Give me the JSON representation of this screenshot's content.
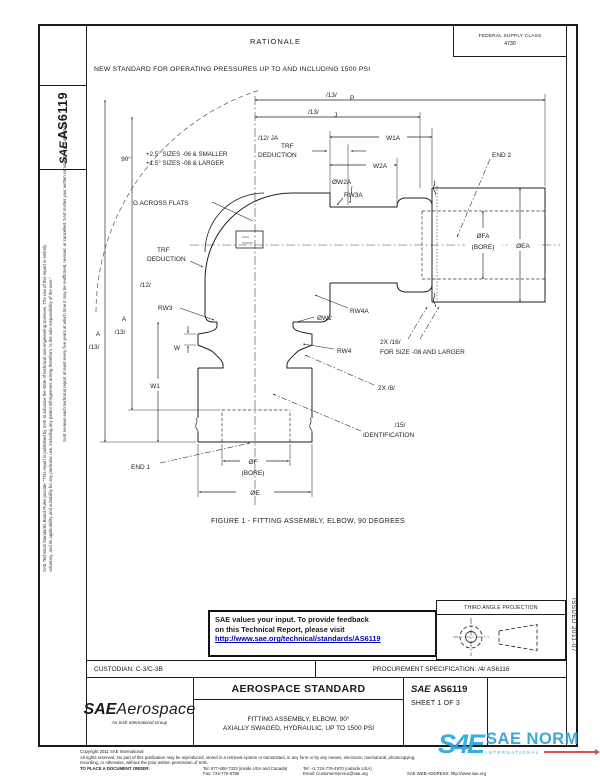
{
  "page": {
    "rationale_title": "RATIONALE",
    "rationale_text": "NEW STANDARD FOR OPERATING PRESSURES UP TO AND INCLUDING 1500 PSI"
  },
  "header": {
    "fsc_line1": "FEDERAL SUPPLY CLASS",
    "fsc_line2": "4730",
    "doc_logo": "SAE",
    "doc_number_vertical": "AS6119",
    "issued_vertical": "ISSUED 2011-07"
  },
  "drawing": {
    "labels": {
      "p_flag": "/13/",
      "p_letter": "P",
      "j_flag": "/13/",
      "j_letter": "J",
      "ja_label": "/12/ JA",
      "ja_line2": "TRF",
      "ja_line3": "DEDUCTION",
      "w1a": "W1A",
      "w2a": "W2A",
      "dia_w2a": "ØW2A",
      "rw3a": "RW3A",
      "end2": "END 2",
      "dia_fa": "ØFA",
      "fa_bore": "(BORE)",
      "dia_ea": "ØEA",
      "angle": "90°",
      "angle_note1": "+2.5° SIZES -06 & SMALLER",
      "angle_note2": "+1.5° SIZES -08 & LARGER",
      "g_flats": "G ACROSS FLATS",
      "trf_line1": "TRF",
      "trf_line2": "DEDUCTION",
      "flag_12": "/12/",
      "rw3": "RW3",
      "dim_a_outer": "A",
      "flag_13_outer": "/13/",
      "dim_a_inner": "A",
      "flag_13_inner": "/13/",
      "w": "W",
      "w1": "W1",
      "dia_w2": "ØW2",
      "rw4": "RW4",
      "rw4a": "RW4A",
      "note_2x16": "2X /16/",
      "note_2x16_text": "FOR SIZE -08 AND LARGER",
      "note_2x8": "2X /8/",
      "ident_flag": "/15/",
      "ident": "IDENTIFICATION",
      "end1": "END 1",
      "dia_f": "ØF",
      "f_bore": "(BORE)",
      "dia_e": "ØE"
    },
    "caption": "FIGURE 1 - FITTING ASSEMBLY, ELBOW, 90 DEGREES"
  },
  "feedback_box": {
    "line1": "SAE values your input. To provide feedback",
    "line2": "on this Technical Report, please visit",
    "url": "http://www.sae.org/technical/standards/AS6119"
  },
  "projection": {
    "title": "THIRD ANGLE PROJECTION"
  },
  "footer": {
    "custodian": "CUSTODIAN: C-3/C-3B",
    "procurement": "PROCUREMENT SPECIFICATION: /4/ AS6116",
    "standard_type": "AEROSPACE STANDARD",
    "title_line1": "FITTING ASSEMBLY, ELBOW, 90°",
    "title_line2": "AXIALLY SWAGED, HYDRAULIC, UP TO 1500 PSI",
    "logo_sae": "SAE",
    "logo_aerospace": "Aerospace",
    "logo_sub": "An SAE International Group",
    "doc_sae": "SAE",
    "doc_number": "AS6119",
    "sheet": "SHEET 1 OF 3"
  },
  "legal": {
    "copyright": "Copyright 2011 SAE International",
    "rights1": "All rights reserved. No part of this publication may be reproduced, stored in a retrieval system or transmitted, in any form or by any means, electronic, mechanical, photocopying,",
    "rights2": "recording, or otherwise, without the prior written permission of SAE.",
    "order_label": "TO PLACE A DOCUMENT ORDER:",
    "tel1": "Tel: 877-606-7323 (inside USA and Canada)",
    "tel2": "Tel: +1 724-776-4970 (outside USA)",
    "fax": "Fax: 724-776-0790",
    "email": "Email: CustomerService@sae.org",
    "web": "SAE WEB ADDRESS: http://www.sae.org",
    "disclaimer1a": "SAE Technical Standards Board Rules provide: “This report is published by SAE to advance the state of technical and engineering sciences. The use of this report is entirely",
    "disclaimer1b": "voluntary, and its applicability and suitability for any particular use, including any patent infringement arising therefrom, is the sole responsibility of the user.”",
    "disclaimer2": "SAE reviews each technical report at least every five years at which time it may be reaffirmed, revised, or cancelled. SAE invites your written comments and suggestions."
  },
  "watermark": {
    "logo": "S4E",
    "text": "SAE NORM",
    "sub": "INTERNATIONAL"
  },
  "colors": {
    "link_blue": "#0000bb",
    "watermark_blue": "#2f9fd8",
    "watermark_red": "#d84040",
    "line": "#1a1a1a"
  }
}
